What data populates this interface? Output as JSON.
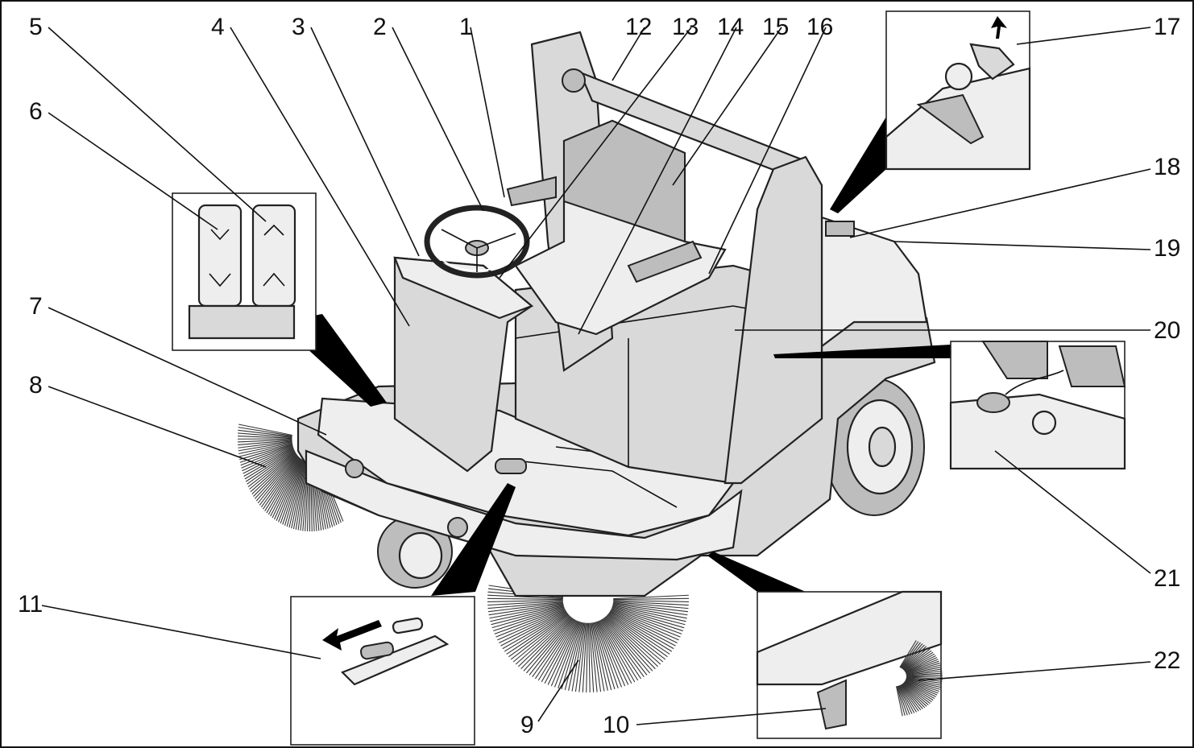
{
  "figure": {
    "title": "",
    "callouts": [
      "1",
      "2",
      "3",
      "4",
      "5",
      "6",
      "7",
      "8",
      "9",
      "10",
      "11",
      "12",
      "13",
      "14",
      "15",
      "16",
      "17",
      "18",
      "19",
      "20",
      "21",
      "22"
    ]
  },
  "insets": {
    "pedals": "pedal-detail",
    "parking_brake": "parking-brake-detail",
    "hood_latch": "hood-latch-detail",
    "tank_filler": "tank-filler-detail",
    "side_brush": "side-brush-detail"
  }
}
